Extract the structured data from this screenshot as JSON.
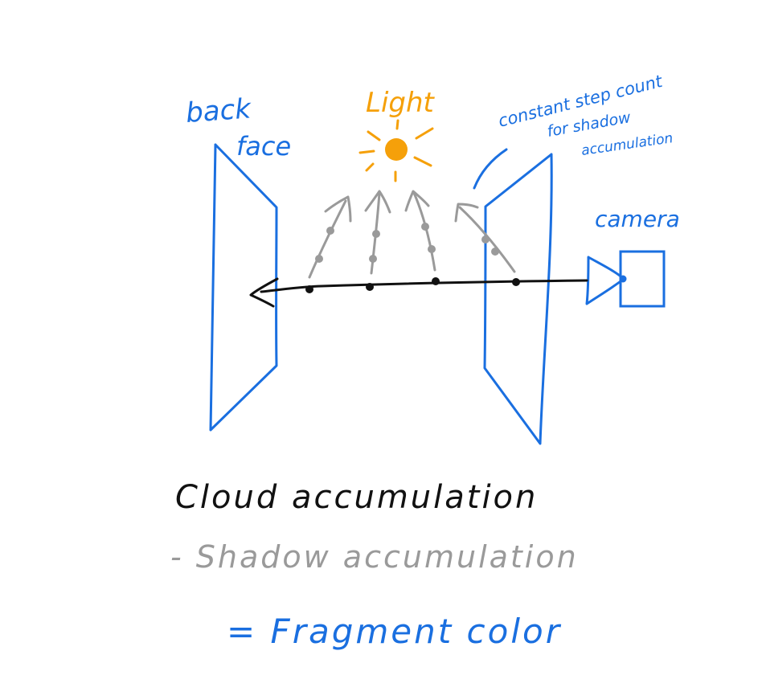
{
  "labels": {
    "back_face": [
      "back",
      "face"
    ],
    "light": "Light",
    "step_note": [
      "constant step count",
      "for shadow",
      "accumulation"
    ],
    "camera": "camera"
  },
  "equation": {
    "line1": "Cloud accumulation",
    "line2": "- Shadow accumulation",
    "line3": "= Fragment color"
  },
  "colors": {
    "blue": "#1a6fe0",
    "orange": "#f5a00a",
    "gray": "#9a9a9a",
    "black": "#111111"
  }
}
